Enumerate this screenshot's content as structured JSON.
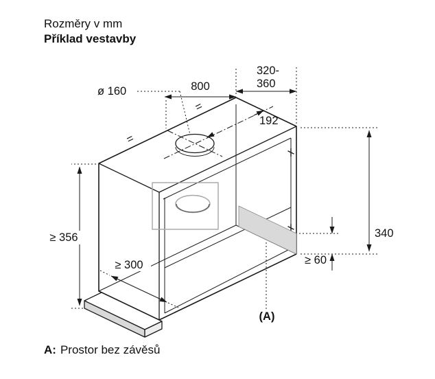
{
  "header": {
    "subtitle": "Rozměry v mm",
    "title": "Příklad vestavby"
  },
  "footer": {
    "prefix": "A:",
    "text": "Prostor bez závěsů"
  },
  "diagram": {
    "labels": {
      "hole_diameter": "ø 160",
      "cabinet_width": "800",
      "depth_min": "320-",
      "depth_max": "360",
      "hole_offset": "192",
      "min_niche_height": "≥ 356",
      "min_front_clearance": "≥ 300",
      "side_height": "340",
      "min_hinge_free_height": "≥ 60",
      "hinge_free_label": "(A)",
      "equal_mark": "="
    },
    "colors": {
      "line": "#1a1a1a",
      "shade_light": "#d9d9d9",
      "hood_gray": "#a6a6a6"
    }
  }
}
